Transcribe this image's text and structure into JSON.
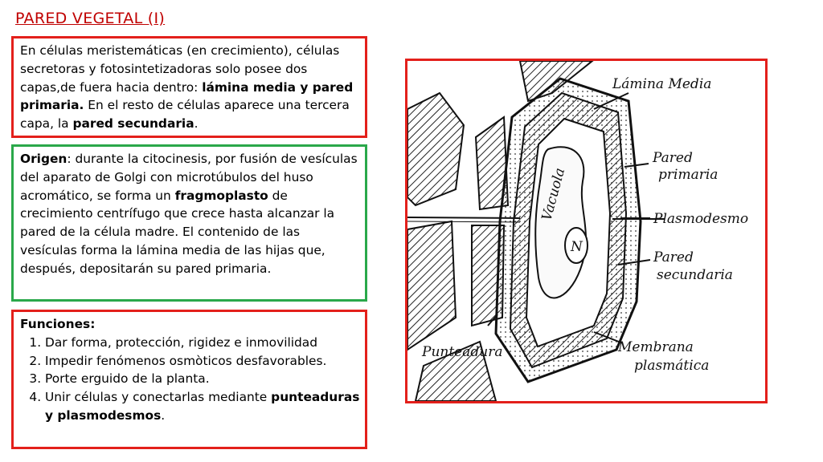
{
  "title": "PARED VEGETAL (I)",
  "intro": {
    "t1": "En células meristemáticas (en crecimiento), células secretoras y fotosintetizadoras solo posee dos capas,de fuera hacia dentro: ",
    "b1": "lámina media y pared primaria.",
    "t2": " En el resto de células aparece una tercera capa, la ",
    "b2": "pared secundaria",
    "t3": "."
  },
  "origin": {
    "label": "Origen",
    "t1": ": durante la citocinesis, por fusión de vesículas del aparato de Golgi con microtúbulos del huso acromático, se forma un ",
    "b1": "fragmoplasto",
    "t2": " de crecimiento centrífugo que crece hasta alcanzar la pared de la célula madre. El contenido de las vesículas forma la lámina media de las hijas que,  después,  depositarán su pared primaria."
  },
  "functions": {
    "heading": "Funciones:",
    "item1": "Dar forma, protección, rigidez e inmovilidad",
    "item2": "Impedir fenómenos osmòticos desfavorables.",
    "item3": "Porte erguido de la planta.",
    "item4_text": "Unir células y conectarlas mediante ",
    "item4_bold": "punteaduras y plasmodesmos",
    "item4_end": "."
  },
  "figure": {
    "labels": {
      "lamina_media": "Lámina Media",
      "pared_primaria_1": "Pared",
      "pared_primaria_2": "primaria",
      "plasmodesmo": "Plasmodesmo",
      "pared_secundaria_1": "Pared",
      "pared_secundaria_2": "secundaria",
      "membrana_1": "Membrana",
      "membrana_2": "plasmática",
      "punteadura": "Punteadura",
      "vacuola": "Vacuola",
      "nucleo": "N"
    }
  }
}
